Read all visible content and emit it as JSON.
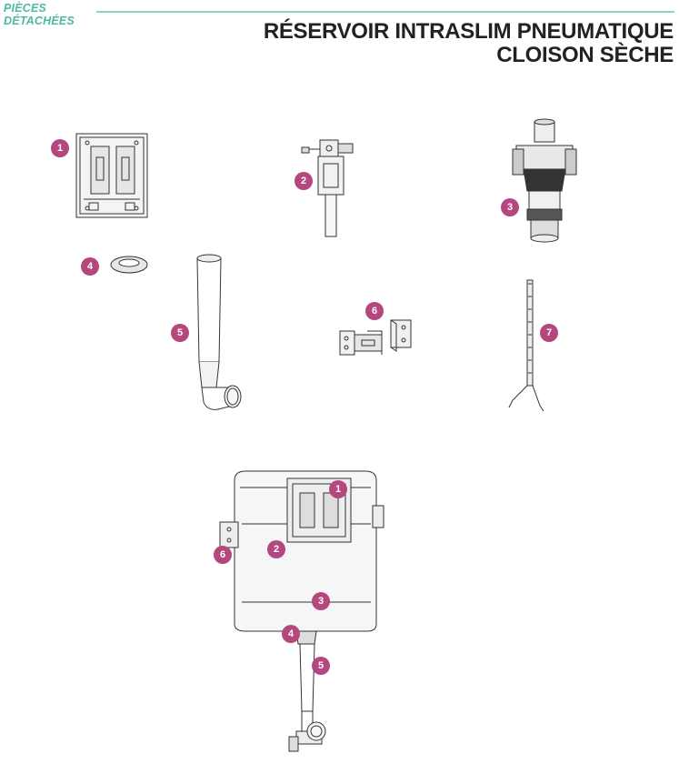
{
  "header": {
    "section_line1": "PIÈCES",
    "section_line2": "DÉTACHÉES",
    "title_line1": "RÉSERVOIR INTRASLIM PNEUMATIQUE",
    "title_line2": "CLOISON SÈCHE"
  },
  "colors": {
    "accent": "#4fb8a4",
    "badge": "#b5477f",
    "rule": "#8fd1c3"
  },
  "parts": [
    {
      "number": "1",
      "name": "mounting-frame"
    },
    {
      "number": "2",
      "name": "fill-valve"
    },
    {
      "number": "3",
      "name": "flush-valve"
    },
    {
      "number": "4",
      "name": "seal-ring"
    },
    {
      "number": "5",
      "name": "flush-pipe"
    },
    {
      "number": "6",
      "name": "brackets"
    },
    {
      "number": "7",
      "name": "pneumatic-tube"
    }
  ],
  "assembly": {
    "labels": [
      "1",
      "2",
      "3",
      "4",
      "5",
      "6"
    ]
  }
}
